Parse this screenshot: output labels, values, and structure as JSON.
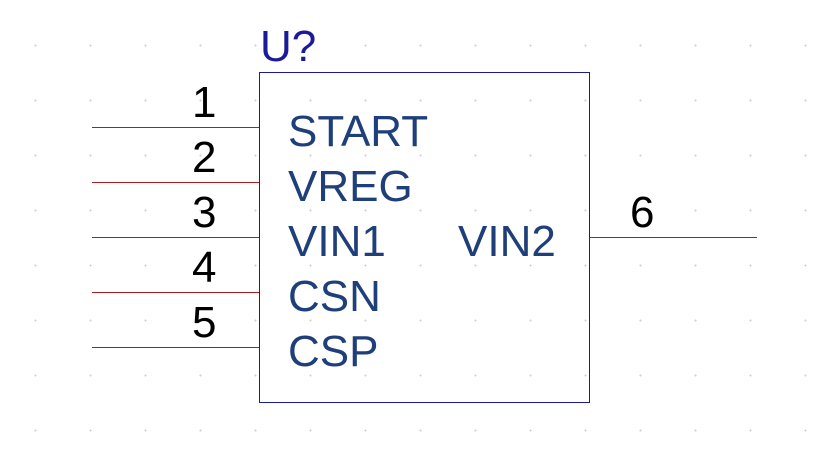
{
  "component": {
    "reference": "U?",
    "colors": {
      "body": "#1b1b9a",
      "wire": "#b11b1b",
      "pin_name": "#1e3f7a",
      "pin_number": "#000000",
      "grid_dot": "#cfcfcf"
    }
  },
  "pins": {
    "left": [
      {
        "number": "1",
        "name": "START"
      },
      {
        "number": "2",
        "name": "VREG"
      },
      {
        "number": "3",
        "name": "VIN1"
      },
      {
        "number": "4",
        "name": "CSN"
      },
      {
        "number": "5",
        "name": "CSP"
      }
    ],
    "right": [
      {
        "number": "6",
        "name": "VIN2"
      }
    ]
  }
}
